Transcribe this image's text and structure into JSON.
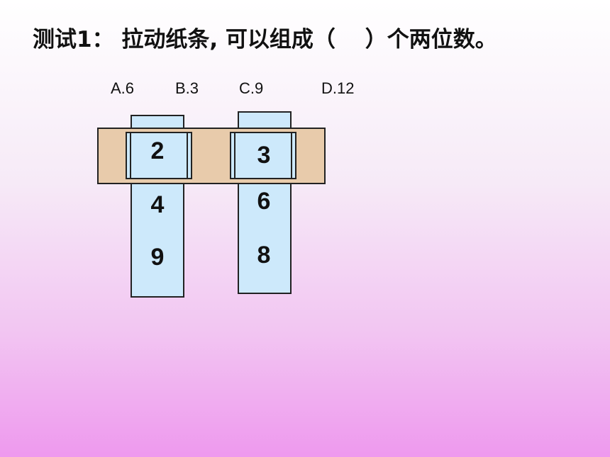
{
  "question": "测试1： 拉动纸条, 可以组成（　 ）个两位数。",
  "options": [
    "A.6",
    "B.3",
    "C.9",
    "D.12"
  ],
  "strip_left": {
    "digits": [
      "2",
      "4",
      "9"
    ]
  },
  "strip_right": {
    "digits": [
      "3",
      "6",
      "8"
    ]
  },
  "colors": {
    "strip": "#cde9fb",
    "frame": "#e8cbab",
    "text": "#111111"
  }
}
